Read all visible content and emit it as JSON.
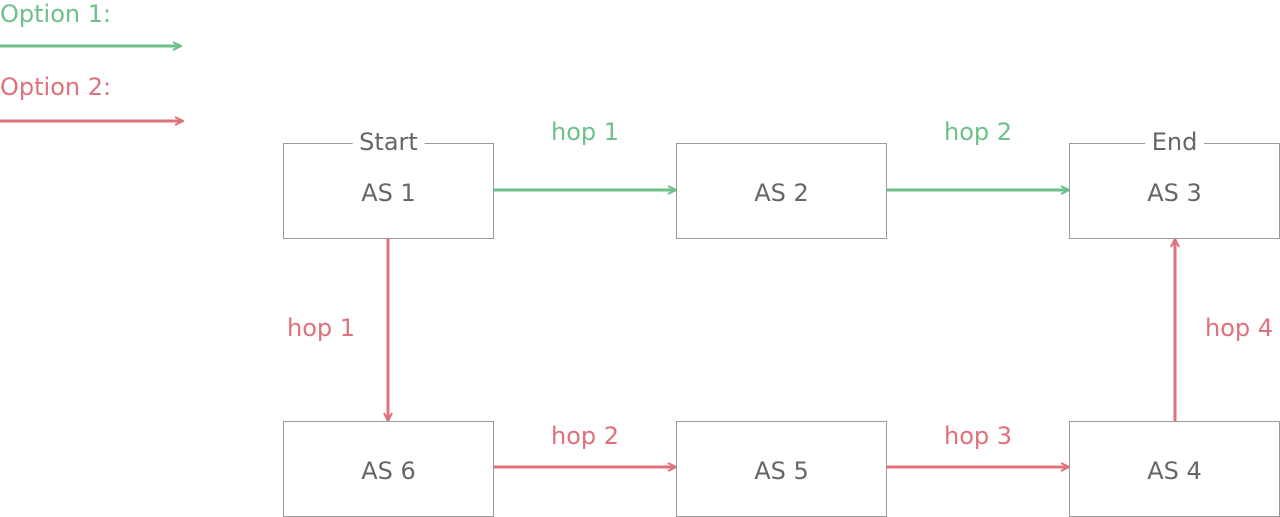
{
  "legend": {
    "option1": {
      "label": "Option 1:",
      "color": "#6cc18a"
    },
    "option2": {
      "label": "Option 2:",
      "color": "#e0707a"
    }
  },
  "nodes": {
    "as1": {
      "name": "AS 1",
      "tag": "Start"
    },
    "as2": {
      "name": "AS 2"
    },
    "as3": {
      "name": "AS 3",
      "tag": "End"
    },
    "as4": {
      "name": "AS 4"
    },
    "as5": {
      "name": "AS 5"
    },
    "as6": {
      "name": "AS 6"
    }
  },
  "option1_hops": [
    "hop 1",
    "hop 2"
  ],
  "option2_hops": [
    "hop 1",
    "hop 2",
    "hop 3",
    "hop 4"
  ]
}
